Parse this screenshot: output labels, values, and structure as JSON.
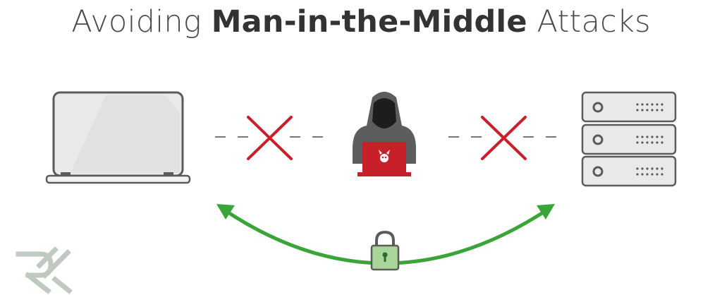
{
  "title": {
    "prefix": "Avoiding ",
    "emphasis": "Man-in-the-Middle",
    "suffix": " Attacks"
  },
  "logo_text": "RK",
  "colors": {
    "title_text": "#4a4a4a",
    "device_stroke": "#5b5b5b",
    "device_fill": "#e9e9e9",
    "blocked_x": "#c8202a",
    "attacker_laptop": "#c8202a",
    "attacker_hood": "#5d5d5d",
    "secure_arrow": "#39a539",
    "lock_body": "#a9d49a",
    "logo": "#bfc9c0"
  },
  "icons": [
    "laptop-icon",
    "hacker-icon",
    "server-icon",
    "padlock-icon",
    "blocked-x-icon"
  ]
}
